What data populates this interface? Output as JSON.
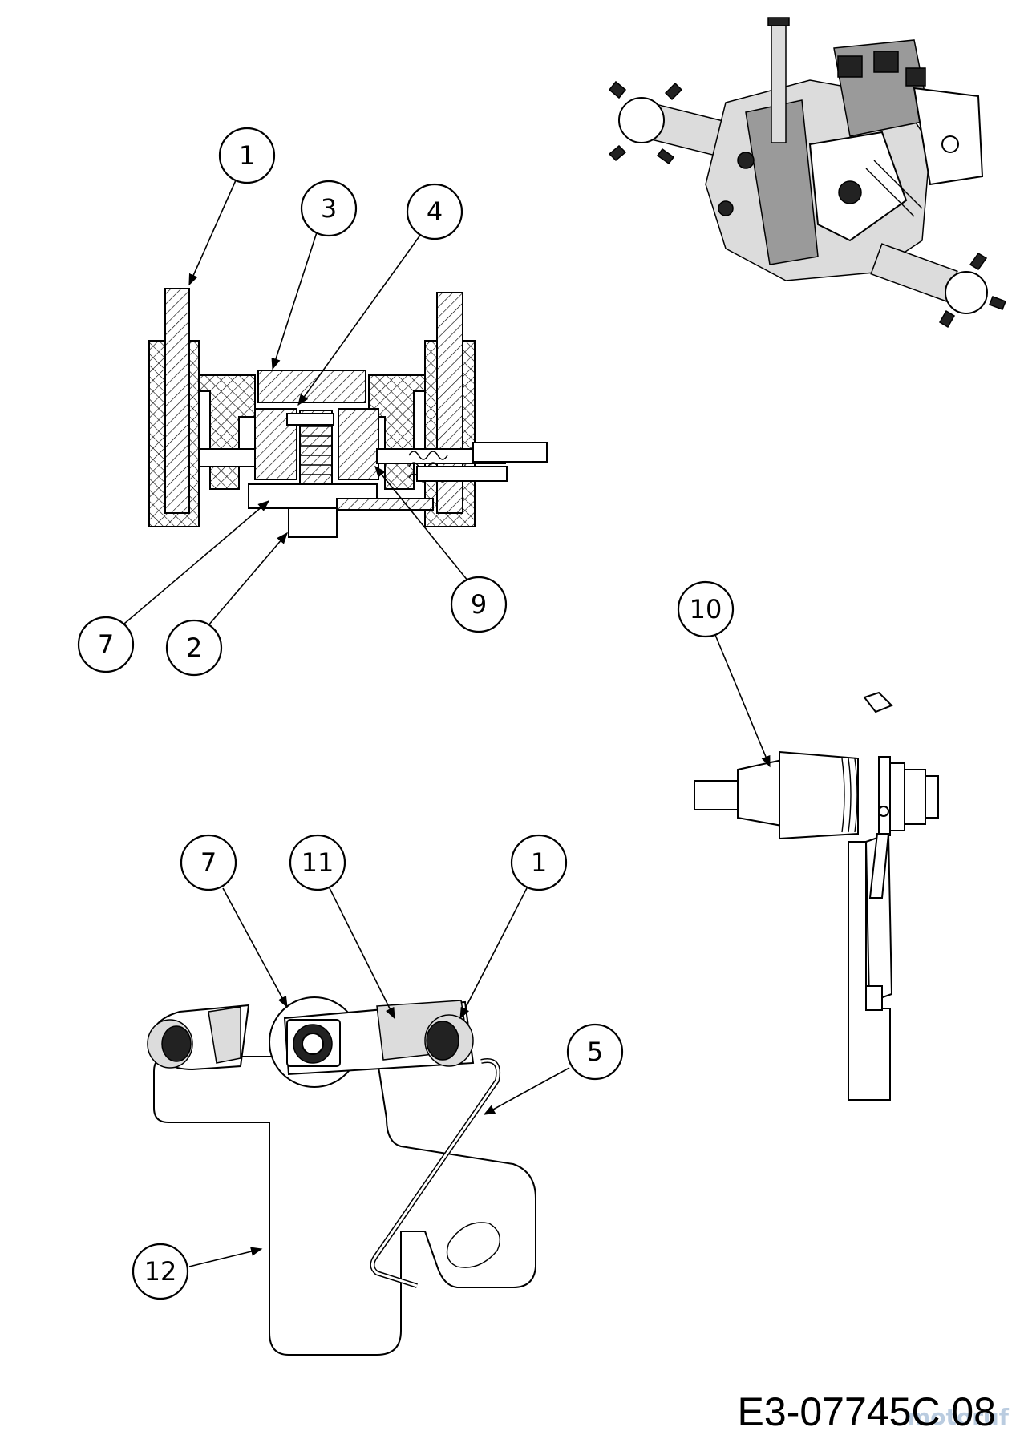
{
  "drawing_code": "E3-07745C 08",
  "watermark": "motoruf",
  "callouts": [
    {
      "num": "1",
      "part": "upper-left-section"
    },
    {
      "num": "3",
      "part": "upper-left-section"
    },
    {
      "num": "4",
      "part": "upper-left-section"
    },
    {
      "num": "7",
      "part": "upper-left-section"
    },
    {
      "num": "2",
      "part": "upper-left-section"
    },
    {
      "num": "9",
      "part": "upper-left-section"
    },
    {
      "num": "10",
      "part": "right-assembly"
    },
    {
      "num": "7",
      "part": "lower-bracket"
    },
    {
      "num": "11",
      "part": "lower-bracket"
    },
    {
      "num": "1",
      "part": "lower-bracket"
    },
    {
      "num": "5",
      "part": "lower-bracket"
    },
    {
      "num": "12",
      "part": "lower-bracket"
    }
  ]
}
